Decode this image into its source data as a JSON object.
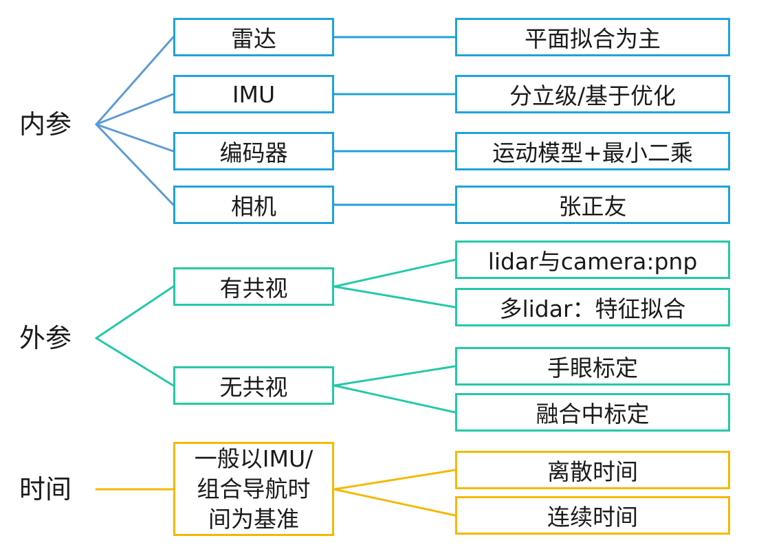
{
  "colors": {
    "intrinsic_box": "#1ea2dc",
    "intrinsic_link": "#5b9bd5",
    "extrinsic": "#22c9a7",
    "time": "#f5b800",
    "text": "#1a1a1a"
  },
  "sections": [
    {
      "label": "内参",
      "branches": [
        {
          "label": "雷达",
          "methods": [
            "平面拟合为主"
          ]
        },
        {
          "label": "IMU",
          "methods": [
            "分立级/基于优化"
          ]
        },
        {
          "label": "编码器",
          "methods": [
            "运动模型+最小二乘"
          ]
        },
        {
          "label": "相机",
          "methods": [
            "张正友"
          ]
        }
      ]
    },
    {
      "label": "外参",
      "branches": [
        {
          "label": "有共视",
          "methods": [
            "lidar与camera:pnp",
            "多lidar：特征拟合"
          ]
        },
        {
          "label": "无共视",
          "methods": [
            "手眼标定",
            "融合中标定"
          ]
        }
      ]
    },
    {
      "label": "时间",
      "branches": [
        {
          "label_lines": [
            "一般以IMU/",
            "组合导航时",
            "间为基准"
          ],
          "methods": [
            "离散时间",
            "连续时间"
          ]
        }
      ]
    }
  ]
}
